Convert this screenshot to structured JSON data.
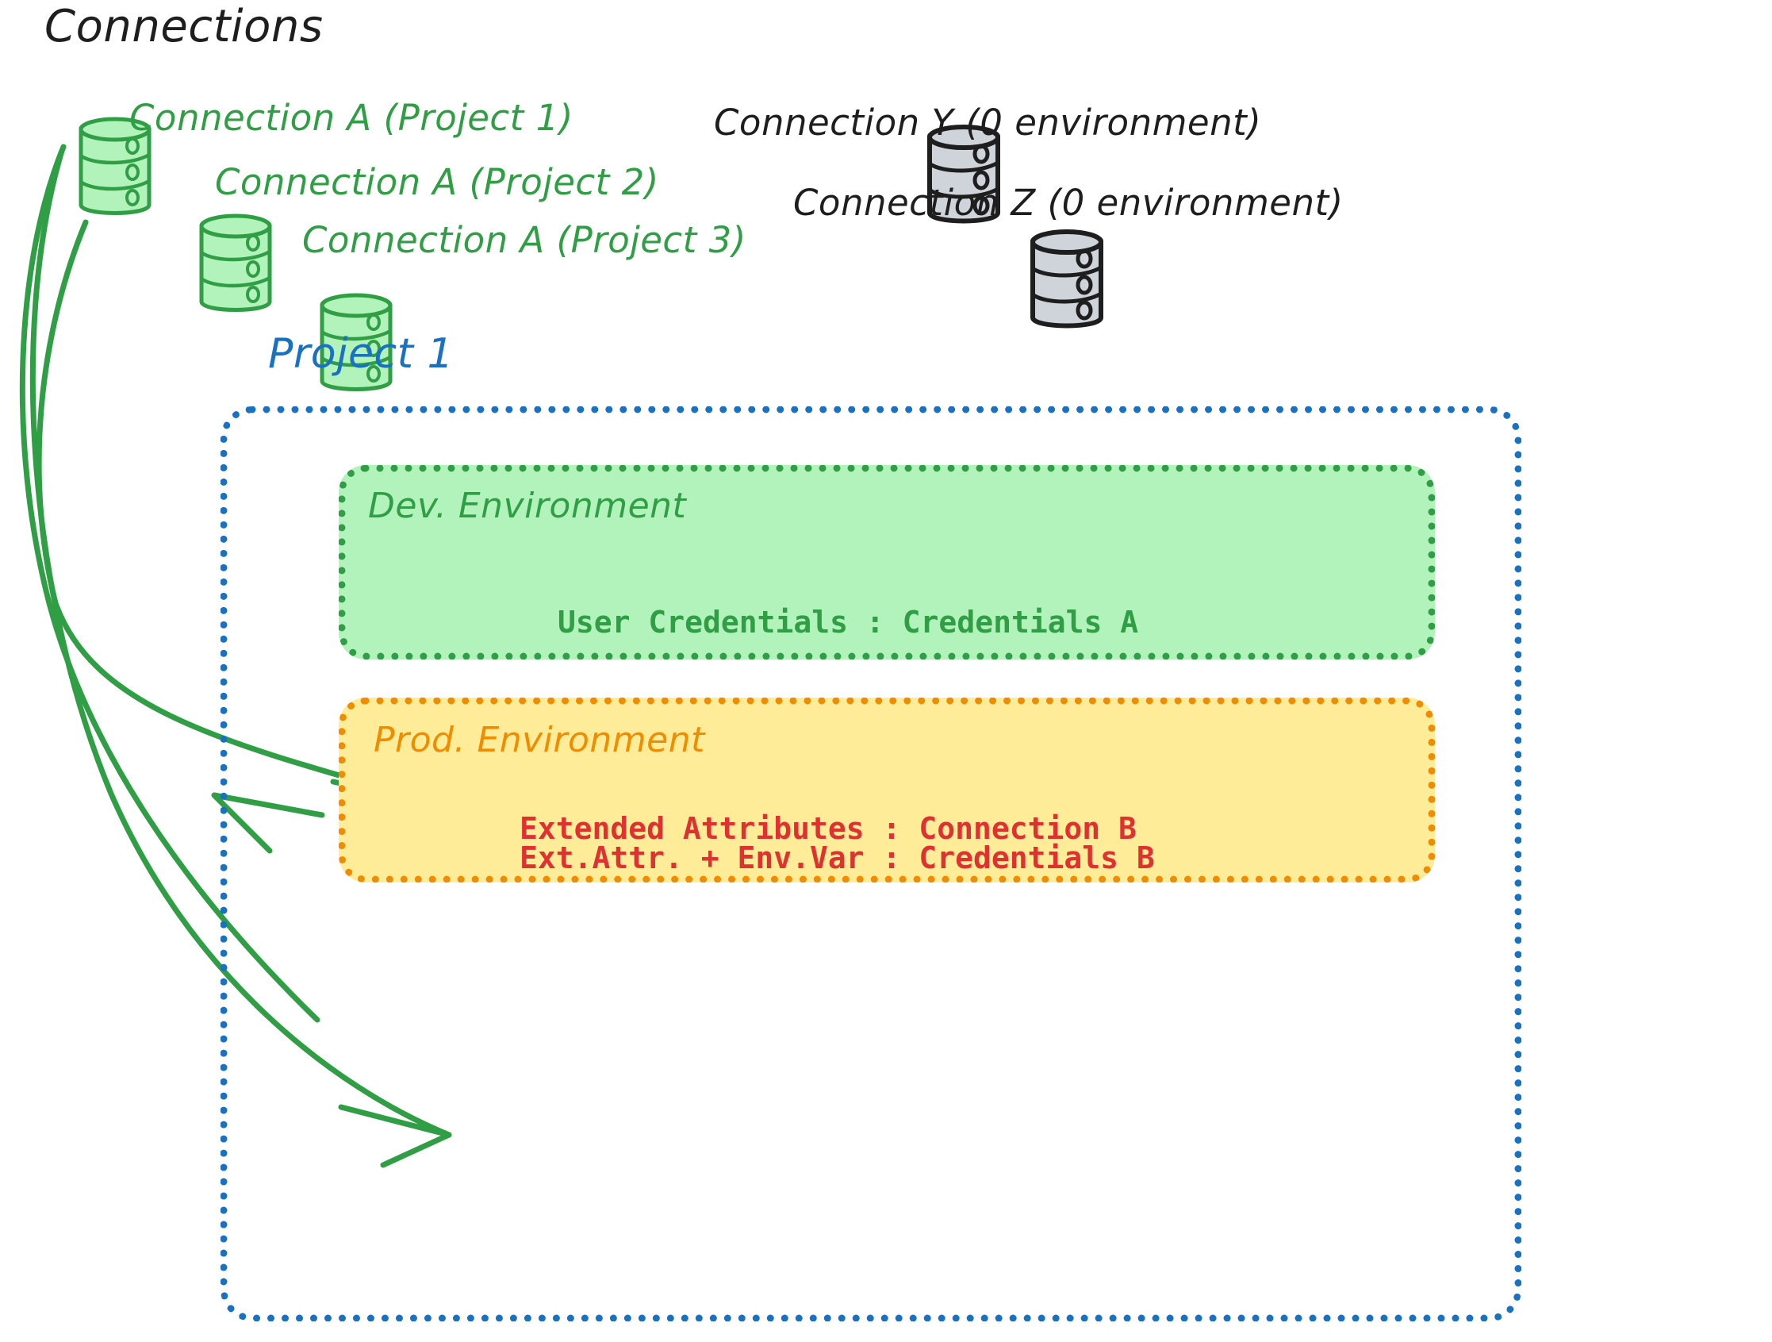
{
  "diagram": {
    "title": "Connections",
    "colors": {
      "green_stroke": "#2f9e44",
      "green_fill": "#b2f2bb",
      "grey_stroke": "#1e1e1e",
      "grey_fill": "#ced4da",
      "blue": "#1971c2",
      "orange": "#f08c00",
      "yellow_fill": "#ffec99",
      "red": "#e03131",
      "black": "#1e1e1e"
    },
    "connections": [
      {
        "id": "connection-a-project-1",
        "label": "Connection A (Project 1)",
        "color": "green"
      },
      {
        "id": "connection-a-project-2",
        "label": "Connection A (Project 2)",
        "color": "green"
      },
      {
        "id": "connection-a-project-3",
        "label": "Connection A (Project 3)",
        "color": "green"
      },
      {
        "id": "connection-y",
        "label": "Connection Y (0 environment)",
        "color": "grey"
      },
      {
        "id": "connection-z",
        "label": "Connection Z (0 environment)",
        "color": "grey"
      }
    ],
    "project": {
      "title": "Project 1",
      "environments": [
        {
          "id": "dev-environment",
          "title": "Dev. Environment",
          "lines": [
            "User Credentials : Credentials A"
          ]
        },
        {
          "id": "prod-environment",
          "title": "Prod. Environment",
          "lines": [
            "Extended Attributes : Connection B",
            "Ext.Attr. + Env.Var : Credentials B"
          ]
        }
      ]
    },
    "arrows": [
      {
        "id": "arrow-connection-a-to-dev",
        "from": "connection-a-project-1",
        "to": "dev-environment"
      },
      {
        "id": "arrow-connection-a-to-prod",
        "from": "connection-a-project-1",
        "to": "prod-environment"
      }
    ],
    "icons": {
      "database": "database-cylinder-icon"
    }
  }
}
